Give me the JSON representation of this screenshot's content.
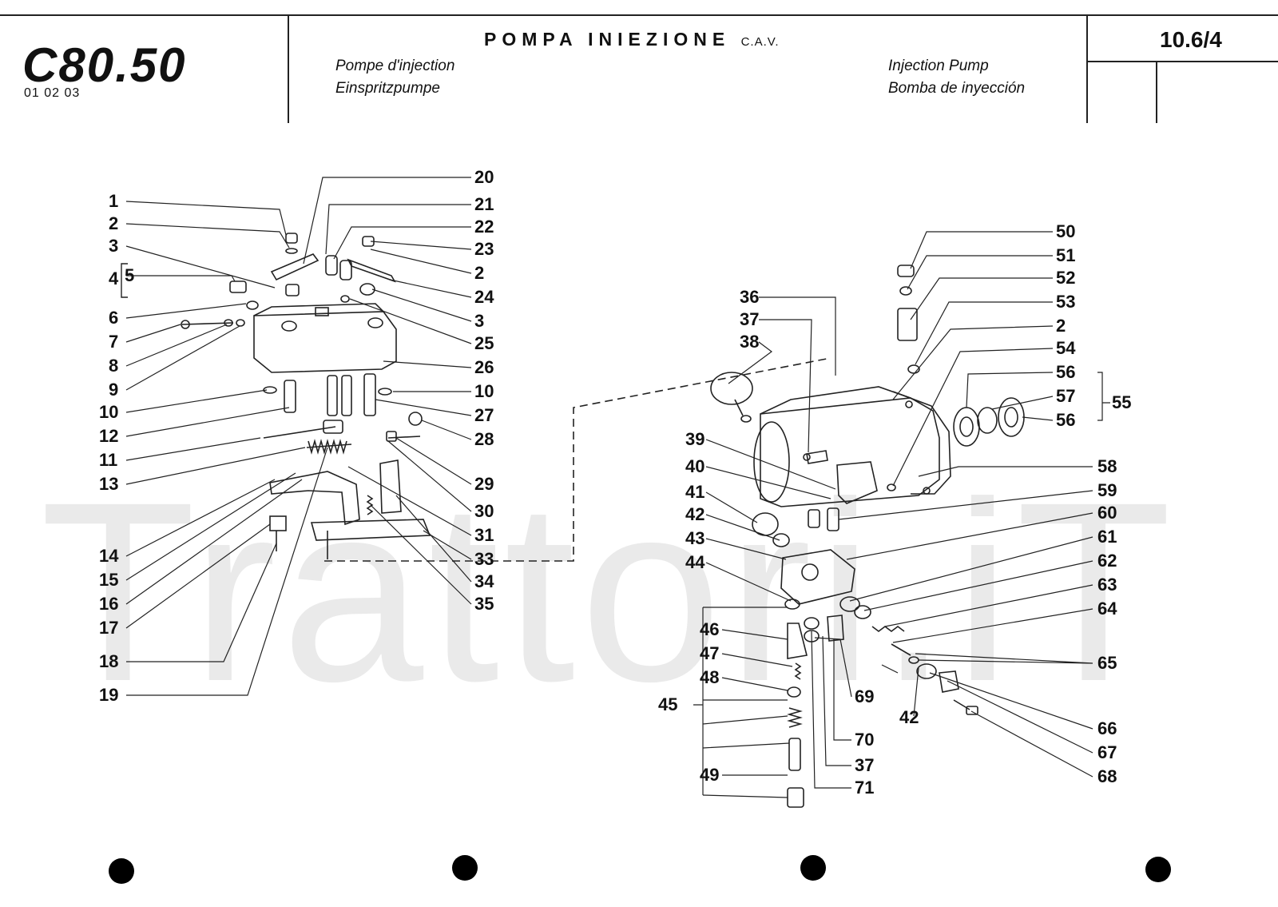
{
  "header": {
    "model_logo": "C80.50",
    "model_codes": "01 02 03",
    "title": "POMPA INIEZIONE",
    "title_suffix": "C.A.V.",
    "subtitle_fr": "Pompe d'injection",
    "subtitle_de": "Einspritzpumpe",
    "subtitle_en": "Injection Pump",
    "subtitle_es": "Bomba de inyección",
    "page_ref": "10.6/4"
  },
  "watermark": "Trattori.iT",
  "callouts_left": [
    "1",
    "2",
    "3",
    "4",
    "5",
    "6",
    "7",
    "8",
    "9",
    "10",
    "12",
    "11",
    "13",
    "14",
    "15",
    "16",
    "17",
    "18",
    "19"
  ],
  "callouts_mid": [
    "20",
    "21",
    "22",
    "23",
    "2",
    "24",
    "3",
    "25",
    "26",
    "10",
    "27",
    "28",
    "29",
    "30",
    "31",
    "33",
    "34",
    "35"
  ],
  "callouts_center": [
    "36",
    "37",
    "38",
    "39",
    "40",
    "41",
    "42",
    "43",
    "44",
    "46",
    "47",
    "48",
    "45",
    "49"
  ],
  "callouts_right": [
    "50",
    "51",
    "52",
    "53",
    "2",
    "54",
    "56",
    "57",
    "56",
    "55",
    "58",
    "59",
    "60",
    "61",
    "62",
    "63",
    "64",
    "65",
    "66",
    "67",
    "68"
  ],
  "callouts_bottom": [
    "69",
    "42",
    "70",
    "37",
    "71"
  ],
  "colors": {
    "ink": "#111111",
    "watermark": "#b4b4b4"
  }
}
